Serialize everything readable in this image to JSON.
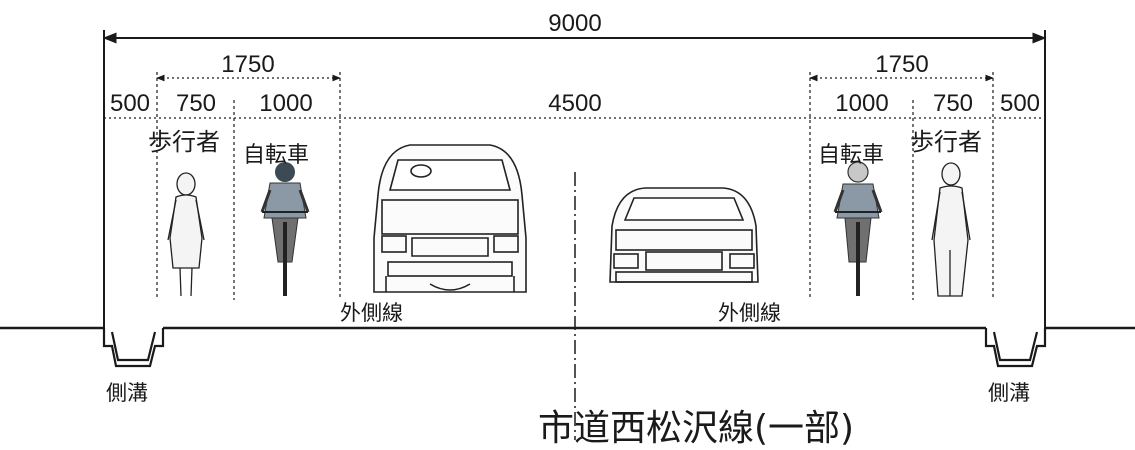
{
  "dimensions": {
    "total": "9000",
    "left_group": "1750",
    "right_group": "1750",
    "left_curb": "500",
    "left_sidewalk": "750",
    "left_bike": "1000",
    "carriageway": "4500",
    "right_bike": "1000",
    "right_sidewalk": "750",
    "right_curb": "500"
  },
  "labels": {
    "pedestrian_left": "歩行者",
    "bicycle_left": "自転車",
    "bicycle_right": "自転車",
    "pedestrian_right": "歩行者",
    "outer_line_left": "外側線",
    "outer_line_right": "外側線",
    "ditch_left": "側溝",
    "ditch_right": "側溝"
  },
  "title": "市道西松沢線(一部)",
  "colors": {
    "line": "#1a1a1a",
    "cyclist_head": "#3c4a56",
    "cyclist_shirt": "#8b98a6",
    "bike_pants": "#707070"
  },
  "icons": [
    "pedestrian-icon",
    "cyclist-icon",
    "car-front-icon",
    "side-ditch-icon"
  ]
}
